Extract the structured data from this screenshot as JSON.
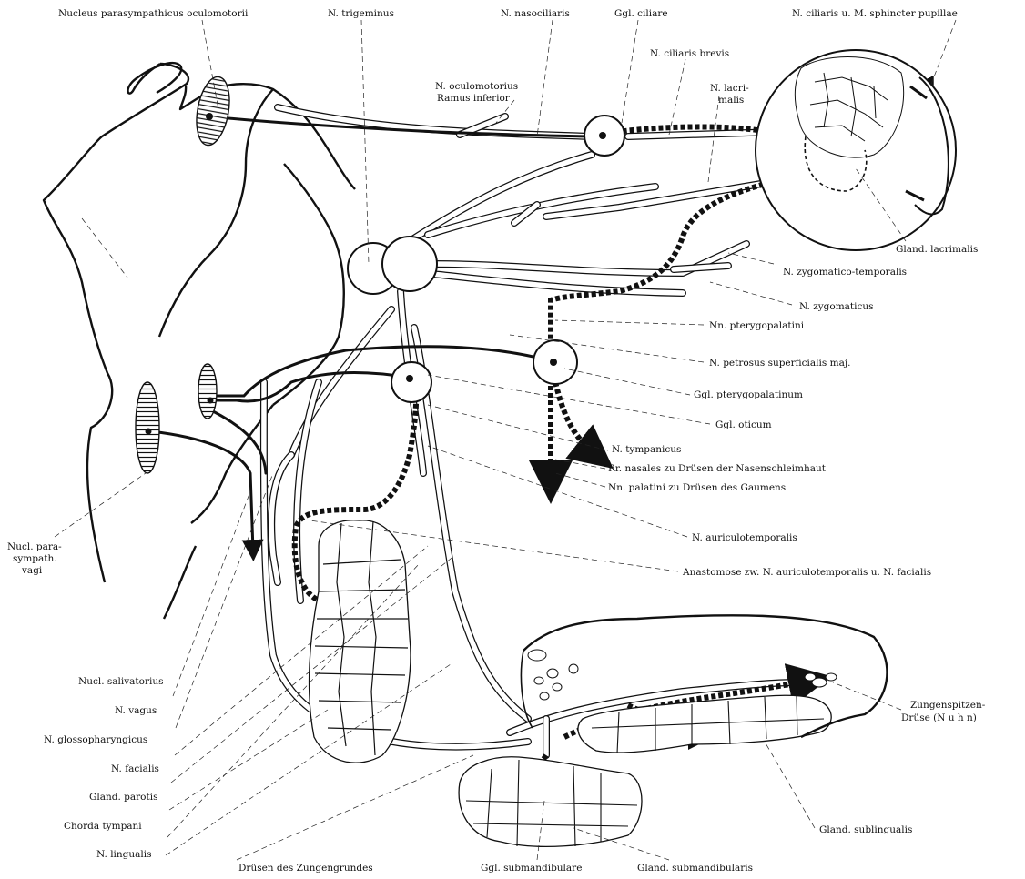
{
  "labels": {
    "nucleus_parasympathicus_oculomotorii": "Nucleus parasympathicus oculomotorii",
    "n_trigeminus": "N. trigeminus",
    "n_nasociliaris": "N. nasociliaris",
    "ggl_ciliare": "Ggl. ciliare",
    "n_ciliaris_sphincter": "N. ciliaris u. M. sphincter pupillae",
    "n_ciliaris_brevis": "N. ciliaris brevis",
    "n_oculomotorius_1": "N. oculomotorius",
    "n_oculomotorius_2": "Ramus inferior",
    "n_lacrimalis_1": "N. lacri-",
    "n_lacrimalis_2": "malis",
    "gland_lacrimalis": "Gland. lacrimalis",
    "n_zygomatico_temporalis": "N. zygomatico-temporalis",
    "n_zygomaticus": "N. zygomaticus",
    "nn_pterygopalatini": "Nn. pterygopalatini",
    "n_petrosus": "N. petrosus superficialis maj.",
    "ggl_pterygopalatinum": "Ggl. pterygopalatinum",
    "ggl_oticum": "Ggl. oticum",
    "n_tympanicus": "N. tympanicus",
    "rr_nasales": "Rr. nasales zu Drüsen der Nasenschleimhaut",
    "nn_palatini": "Nn. palatini zu Drüsen des Gaumens",
    "n_auriculotemporalis": "N. auriculotemporalis",
    "anastomose": "Anastomose zw. N. auriculotemporalis u. N. facialis",
    "nucl_vagi_1": "Nucl. para-",
    "nucl_vagi_2": "sympath.",
    "nucl_vagi_3": "vagi",
    "nucl_salivatorius": "Nucl. salivatorius",
    "n_vagus": "N. vagus",
    "n_glossopharyngicus": "N. glossopharyngicus",
    "n_facialis": "N. facialis",
    "gland_parotis": "Gland. parotis",
    "chorda_tympani": "Chorda tympani",
    "n_lingualis": "N. lingualis",
    "druesen_zungengrundes": "Drüsen des Zungengrundes",
    "ggl_submandibulare": "Ggl. submandibulare",
    "gland_submandibularis": "Gland. submandibularis",
    "gland_sublingualis": "Gland. sublingualis",
    "zungenspitzen_1": "Zungenspitzen-",
    "zungenspitzen_2": "Drüse (N u h n)"
  }
}
